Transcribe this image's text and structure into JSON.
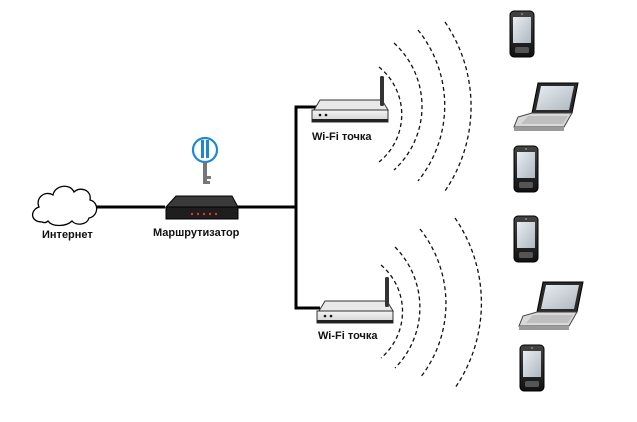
{
  "labels": {
    "internet": "Интернет",
    "router": "Маршрутизатор",
    "ap_top": "Wi-Fi точка",
    "ap_bottom": "Wi-Fi точка"
  },
  "colors": {
    "line": "#000000",
    "key_blue": "#1e88d6",
    "router_leds": "#e0303a",
    "device_dark": "#222222",
    "device_screen": "#cfd6dc"
  },
  "icons": [
    "cloud-icon",
    "key-icon",
    "router-icon",
    "access-point-icon",
    "smartphone-icon",
    "laptop-icon"
  ]
}
